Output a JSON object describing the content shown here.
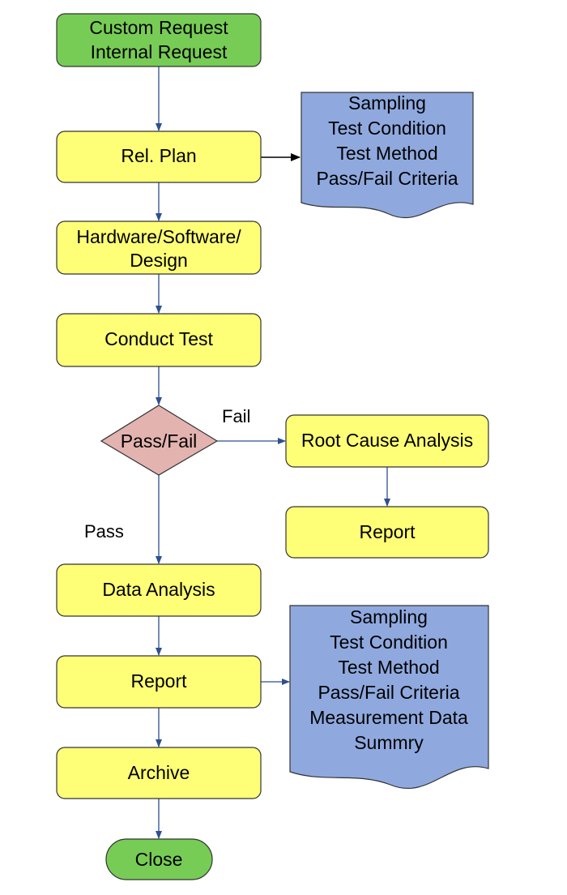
{
  "colors": {
    "terminal_fill": "#77cc55",
    "process_fill": "#ffff77",
    "decision_fill": "#e3b3b0",
    "document_fill": "#8fa9df",
    "connector": "#2f4f8f",
    "outline": "#333333"
  },
  "nodes": {
    "start": {
      "lines": [
        "Custom Request",
        "Internal Request"
      ]
    },
    "rel_plan": {
      "lines": [
        "Rel. Plan"
      ]
    },
    "plan_doc": {
      "lines": [
        "Sampling",
        "Test Condition",
        "Test Method",
        "Pass/Fail Criteria"
      ]
    },
    "hw_sw": {
      "lines": [
        "Hardware/Software/",
        "Design"
      ]
    },
    "conduct": {
      "lines": [
        "Conduct Test"
      ]
    },
    "decision": {
      "lines": [
        "Pass/Fail"
      ]
    },
    "root_cause": {
      "lines": [
        "Root Cause Analysis"
      ]
    },
    "fail_report": {
      "lines": [
        "Report"
      ]
    },
    "data_analysis": {
      "lines": [
        "Data Analysis"
      ]
    },
    "report": {
      "lines": [
        "Report"
      ]
    },
    "report_doc": {
      "lines": [
        "Sampling",
        "Test Condition",
        "Test Method",
        "Pass/Fail Criteria",
        "Measurement Data",
        "Summry"
      ]
    },
    "archive": {
      "lines": [
        "Archive"
      ]
    },
    "close": {
      "lines": [
        "Close"
      ]
    }
  },
  "edge_labels": {
    "fail": "Fail",
    "pass": "Pass"
  }
}
